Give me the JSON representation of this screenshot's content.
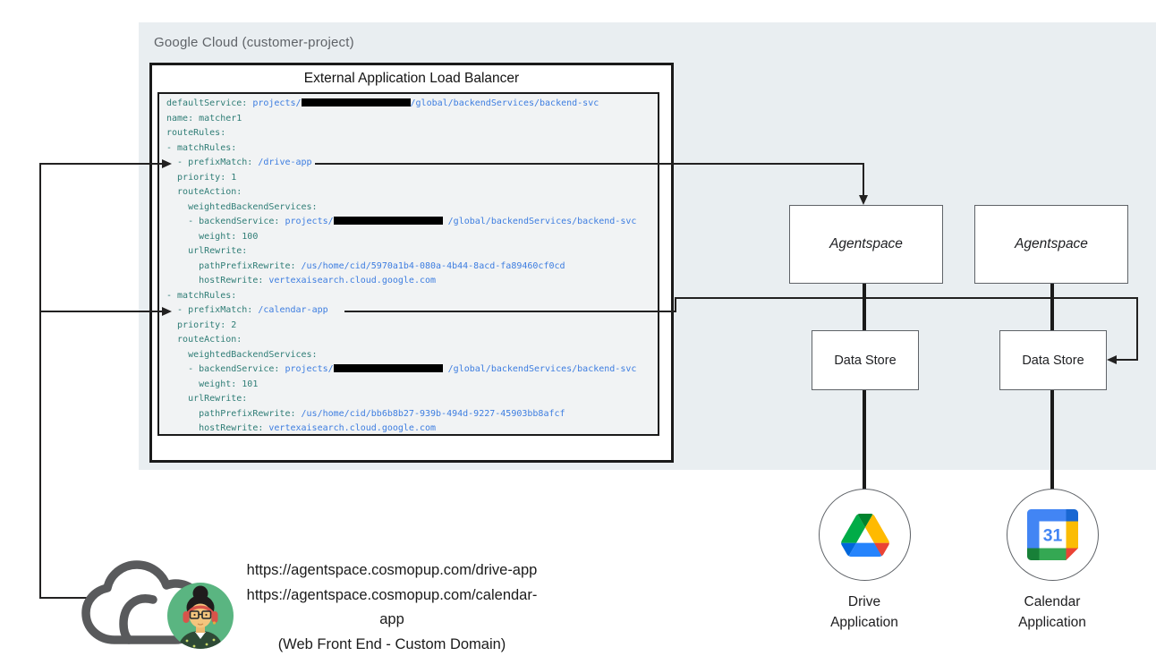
{
  "google_cloud_container": {
    "label": "Google Cloud (customer-project)",
    "background": "#e9eef1",
    "label_color": "#5f6368"
  },
  "load_balancer": {
    "title": "External Application Load Balancer",
    "code": {
      "background": "#f1f3f4",
      "key_color": "#2f7d76",
      "value_color": "#3d7de0",
      "redaction_color": "#000000",
      "lines": [
        [
          [
            "k",
            "defaultService: "
          ],
          [
            "v",
            "projects/"
          ],
          [
            "r",
            ""
          ],
          [
            "v",
            "/global/backendServices/backend-svc"
          ]
        ],
        [
          [
            "k",
            "name: matcher1"
          ]
        ],
        [
          [
            "k",
            "routeRules:"
          ]
        ],
        [
          [
            "k",
            "- matchRules:"
          ]
        ],
        [
          [
            "k",
            "  - prefixMatch: "
          ],
          [
            "v",
            "/drive-app"
          ]
        ],
        [
          [
            "k",
            "  priority: 1"
          ]
        ],
        [
          [
            "k",
            "  routeAction:"
          ]
        ],
        [
          [
            "k",
            "    weightedBackendServices:"
          ]
        ],
        [
          [
            "k",
            "    - backendService: "
          ],
          [
            "v",
            "projects/"
          ],
          [
            "r",
            ""
          ],
          [
            "v",
            " /global/backendServices/backend-svc"
          ]
        ],
        [
          [
            "k",
            "      weight: 100"
          ]
        ],
        [
          [
            "k",
            "    urlRewrite:"
          ]
        ],
        [
          [
            "k",
            "      pathPrefixRewrite: "
          ],
          [
            "v",
            "/us/home/cid/5970a1b4-080a-4b44-8acd-fa89460cf0cd"
          ]
        ],
        [
          [
            "k",
            "      hostRewrite: "
          ],
          [
            "v",
            "vertexaisearch.cloud.google.com"
          ]
        ],
        [
          [
            "k",
            "- matchRules:"
          ]
        ],
        [
          [
            "k",
            "  - prefixMatch: "
          ],
          [
            "v",
            "/calendar-app"
          ]
        ],
        [
          [
            "k",
            "  priority: 2"
          ]
        ],
        [
          [
            "k",
            "  routeAction:"
          ]
        ],
        [
          [
            "k",
            "    weightedBackendServices:"
          ]
        ],
        [
          [
            "k",
            "    - backendService: "
          ],
          [
            "v",
            "projects/"
          ],
          [
            "r",
            ""
          ],
          [
            "v",
            " /global/backendServices/backend-svc"
          ]
        ],
        [
          [
            "k",
            "      weight: 101"
          ]
        ],
        [
          [
            "k",
            "    urlRewrite:"
          ]
        ],
        [
          [
            "k",
            "      pathPrefixRewrite: "
          ],
          [
            "v",
            "/us/home/cid/bb6b8b27-939b-494d-9227-45903bb8afcf"
          ]
        ],
        [
          [
            "k",
            "      hostRewrite: "
          ],
          [
            "v",
            "vertexaisearch.cloud.google.com"
          ]
        ]
      ]
    }
  },
  "agentspace_boxes": [
    {
      "label": "Agentspace"
    },
    {
      "label": "Agentspace"
    }
  ],
  "data_store_boxes": [
    {
      "label": "Data Store"
    },
    {
      "label": "Data Store"
    }
  ],
  "applications": [
    {
      "icon": "google-drive-icon",
      "label_lines": [
        "Drive",
        "Application"
      ]
    },
    {
      "icon": "google-calendar-icon",
      "label_lines": [
        "Calendar",
        "Application"
      ],
      "calendar_number": "31"
    }
  ],
  "client": {
    "urls": [
      "https://agentspace.cosmopup.com/drive-app",
      "https://agentspace.cosmopup.com/calendar-app"
    ],
    "caption": "(Web Front End - Custom Domain)"
  }
}
